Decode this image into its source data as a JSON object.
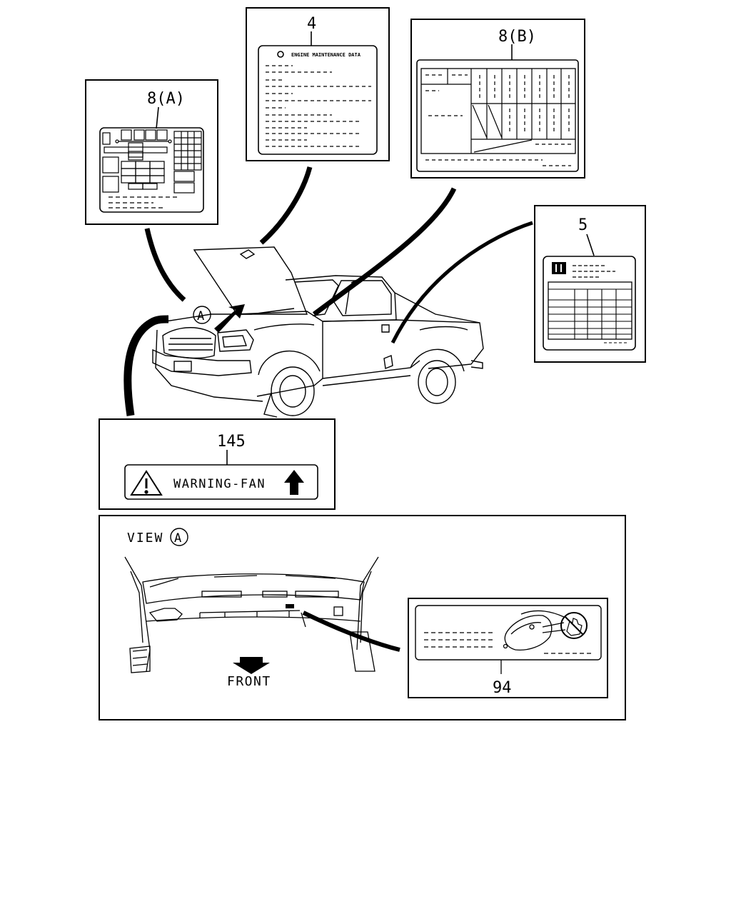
{
  "callouts": {
    "label_8a": "8(A)",
    "label_4": "4",
    "label_8b": "8(B)",
    "label_5": "5",
    "label_145": "145",
    "label_94": "94"
  },
  "markers": {
    "view_marker": "A"
  },
  "engine_label": {
    "title": "ENGINE MAINTENANCE DATA"
  },
  "warning_label": {
    "text": "WARNING-FAN"
  },
  "view_a": {
    "title": "VIEW",
    "marker": "A",
    "front_label": "FRONT"
  },
  "icons": [
    "warning-triangle-icon",
    "up-arrow-icon",
    "down-arrow-icon",
    "no-hand-icon"
  ]
}
